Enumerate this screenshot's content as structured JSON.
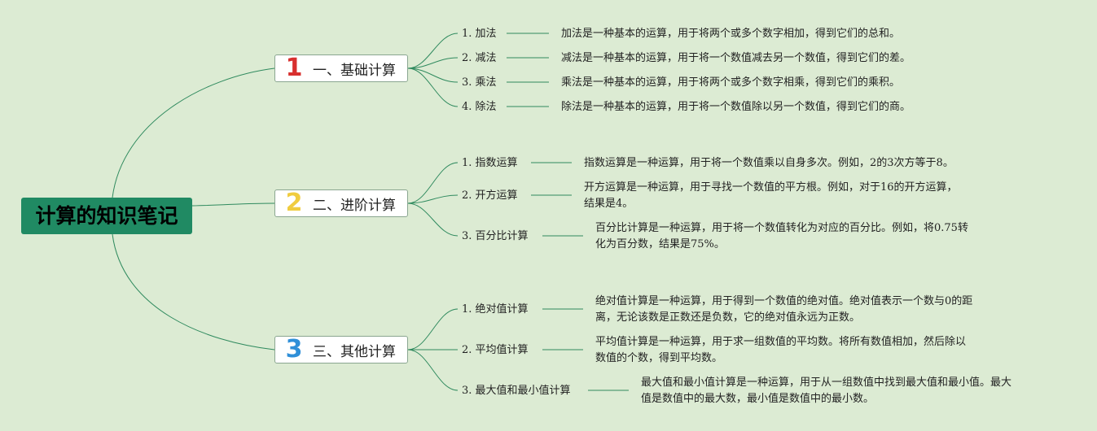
{
  "root": {
    "title": "计算的知识笔记"
  },
  "colors": {
    "background": "#dcebd3",
    "root_fill": "#208a63",
    "connector": "#2f8a5e",
    "branch_numbers": [
      "#d8302f",
      "#f0cc3f",
      "#2f8fd8"
    ]
  },
  "branches": [
    {
      "number": "1",
      "label": "一、基础计算",
      "items": [
        {
          "label": "1. 加法",
          "desc": "加法是一种基本的运算，用于将两个或多个数字相加，得到它们的总和。"
        },
        {
          "label": "2. 减法",
          "desc": "减法是一种基本的运算，用于将一个数值减去另一个数值，得到它们的差。"
        },
        {
          "label": "3. 乘法",
          "desc": "乘法是一种基本的运算，用于将两个或多个数字相乘，得到它们的乘积。"
        },
        {
          "label": "4. 除法",
          "desc": "除法是一种基本的运算，用于将一个数值除以另一个数值，得到它们的商。"
        }
      ]
    },
    {
      "number": "2",
      "label": "二、进阶计算",
      "items": [
        {
          "label": "1. 指数运算",
          "desc": "指数运算是一种运算，用于将一个数值乘以自身多次。例如，2的3次方等于8。"
        },
        {
          "label": "2. 开方运算",
          "desc": "开方运算是一种运算，用于寻找一个数值的平方根。例如，对于16的开方运算，\n结果是4。"
        },
        {
          "label": "3. 百分比计算",
          "desc": "百分比计算是一种运算，用于将一个数值转化为对应的百分比。例如，将0.75转\n化为百分数，结果是75%。"
        }
      ]
    },
    {
      "number": "3",
      "label": "三、其他计算",
      "items": [
        {
          "label": "1. 绝对值计算",
          "desc": "绝对值计算是一种运算，用于得到一个数值的绝对值。绝对值表示一个数与0的距\n离，无论该数是正数还是负数，它的绝对值永远为正数。"
        },
        {
          "label": "2. 平均值计算",
          "desc": "平均值计算是一种运算，用于求一组数值的平均数。将所有数值相加，然后除以\n数值的个数，得到平均数。"
        },
        {
          "label": "3. 最大值和最小值计算",
          "desc": "最大值和最小值计算是一种运算，用于从一组数值中找到最大值和最小值。最大\n值是数值中的最大数，最小值是数值中的最小数。"
        }
      ]
    }
  ]
}
